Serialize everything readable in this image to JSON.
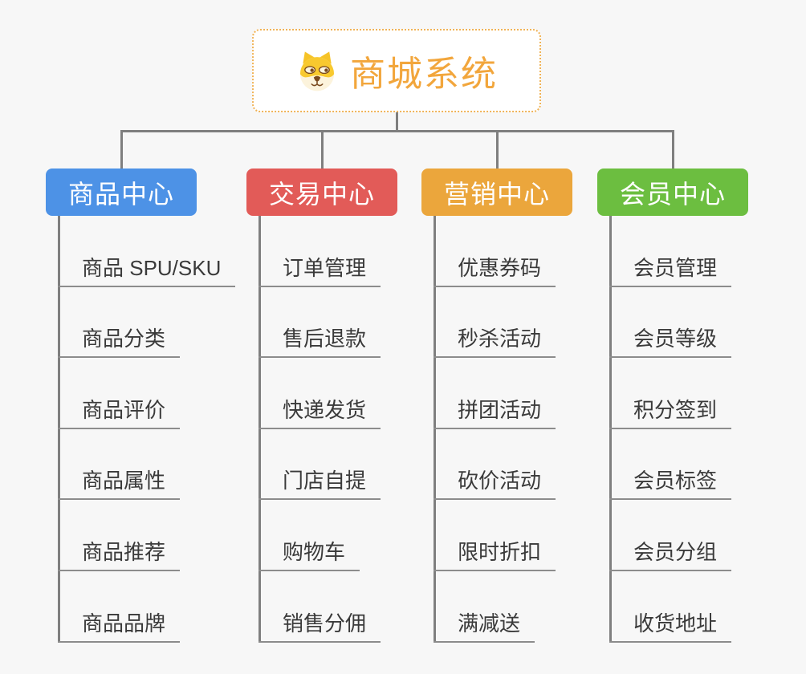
{
  "root": {
    "label": "商城系统",
    "icon": "dog-face-icon"
  },
  "branches": [
    {
      "id": "product-center",
      "label": "商品中心",
      "color": "#4d92e6",
      "children": [
        "商品 SPU/SKU",
        "商品分类",
        "商品评价",
        "商品属性",
        "商品推荐",
        "商品品牌"
      ]
    },
    {
      "id": "trade-center",
      "label": "交易中心",
      "color": "#e25b58",
      "children": [
        "订单管理",
        "售后退款",
        "快递发货",
        "门店自提",
        "购物车",
        "销售分佣"
      ]
    },
    {
      "id": "marketing-center",
      "label": "营销中心",
      "color": "#eba63c",
      "children": [
        "优惠券码",
        "秒杀活动",
        "拼团活动",
        "砍价活动",
        "限时折扣",
        "满减送"
      ]
    },
    {
      "id": "member-center",
      "label": "会员中心",
      "color": "#6cbe40",
      "children": [
        "会员管理",
        "会员等级",
        "积分签到",
        "会员标签",
        "会员分组",
        "收货地址"
      ]
    }
  ],
  "colors": {
    "background": "#f7f7f7",
    "connector": "#7f7f7f",
    "underline": "#8c8c8c",
    "leaf_text": "#3a3a3a",
    "root_text": "#f2a63c",
    "root_border": "#f0b357",
    "root_background": "#ffffff"
  }
}
